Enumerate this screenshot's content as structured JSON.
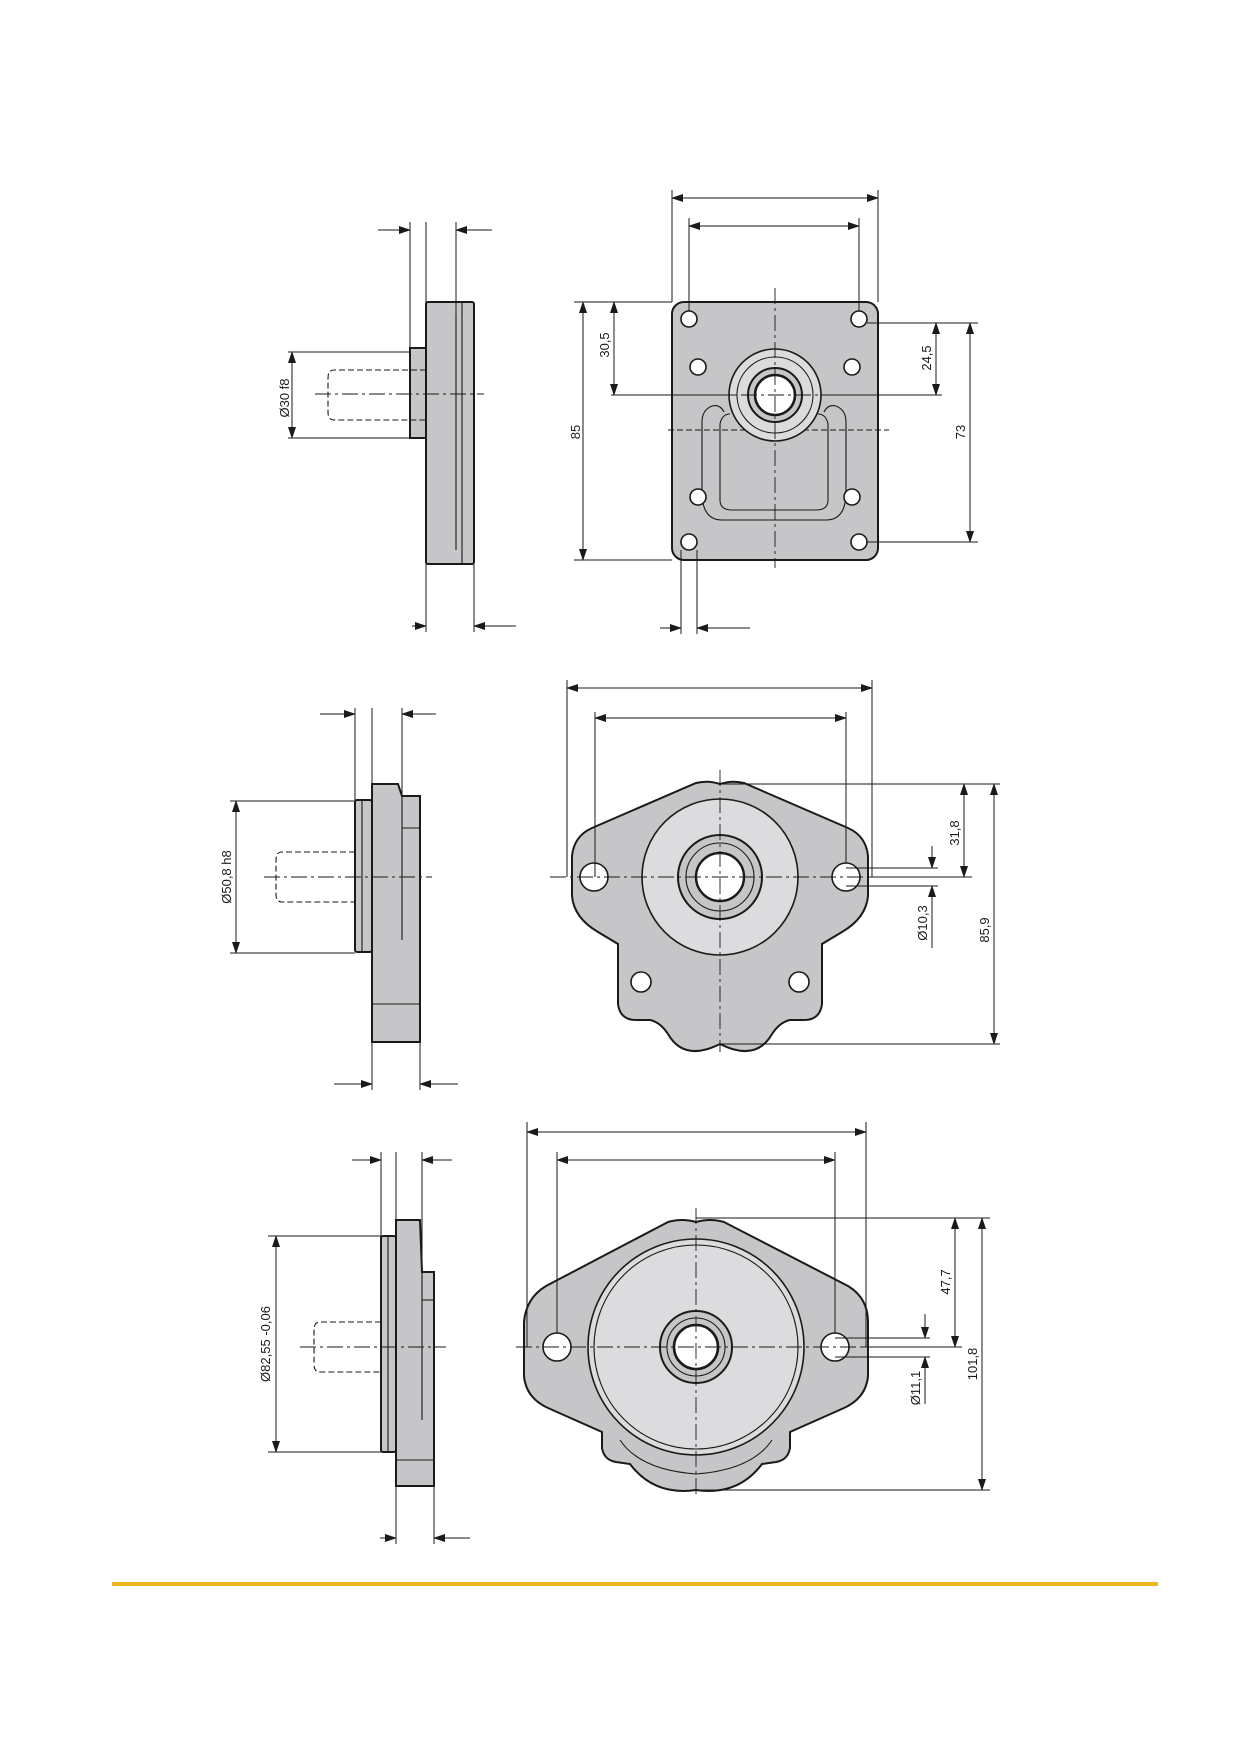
{
  "accent_color": "#f2b41b",
  "views": [
    {
      "id": "rectangular-flange",
      "dimensions": {
        "shaft_diameter": "Ø30 f8",
        "height_total": "85",
        "center_from_top": "30,5",
        "center_to_upper_bolt": "24,5",
        "bolt_spacing_vertical": "73"
      }
    },
    {
      "id": "oval-flange-small",
      "dimensions": {
        "pilot_diameter": "Ø50,8 h8",
        "center_from_top": "31,8",
        "bolt_hole_diameter": "Ø10,3",
        "height_total": "85,9"
      }
    },
    {
      "id": "oval-flange-large",
      "dimensions": {
        "pilot_diameter": "Ø82,55 -0,06",
        "center_from_top": "47,7",
        "bolt_hole_diameter": "Ø11,1",
        "height_total": "101,8"
      }
    }
  ]
}
